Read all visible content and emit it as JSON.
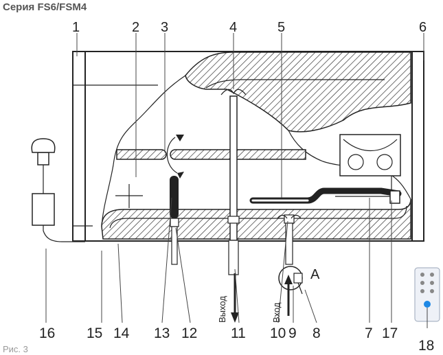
{
  "series_title": "Серия FS6/FSM4",
  "figure_caption": "Рис. 3",
  "callouts": {
    "c1": "1",
    "c2": "2",
    "c3": "3",
    "c4": "4",
    "c5": "5",
    "c6": "6",
    "c7": "7",
    "c8": "8",
    "c9": "9",
    "c10": "10",
    "c11": "11",
    "c12": "12",
    "c13": "13",
    "c14": "14",
    "c15": "15",
    "c16": "16",
    "c17": "17",
    "c18": "18"
  },
  "flow": {
    "outlet": "Выход",
    "inlet": "Вход"
  },
  "detail_marker": "A",
  "colors": {
    "line": "#222222",
    "leader": "#444444",
    "remote_button_accent": "#1e88e5"
  }
}
